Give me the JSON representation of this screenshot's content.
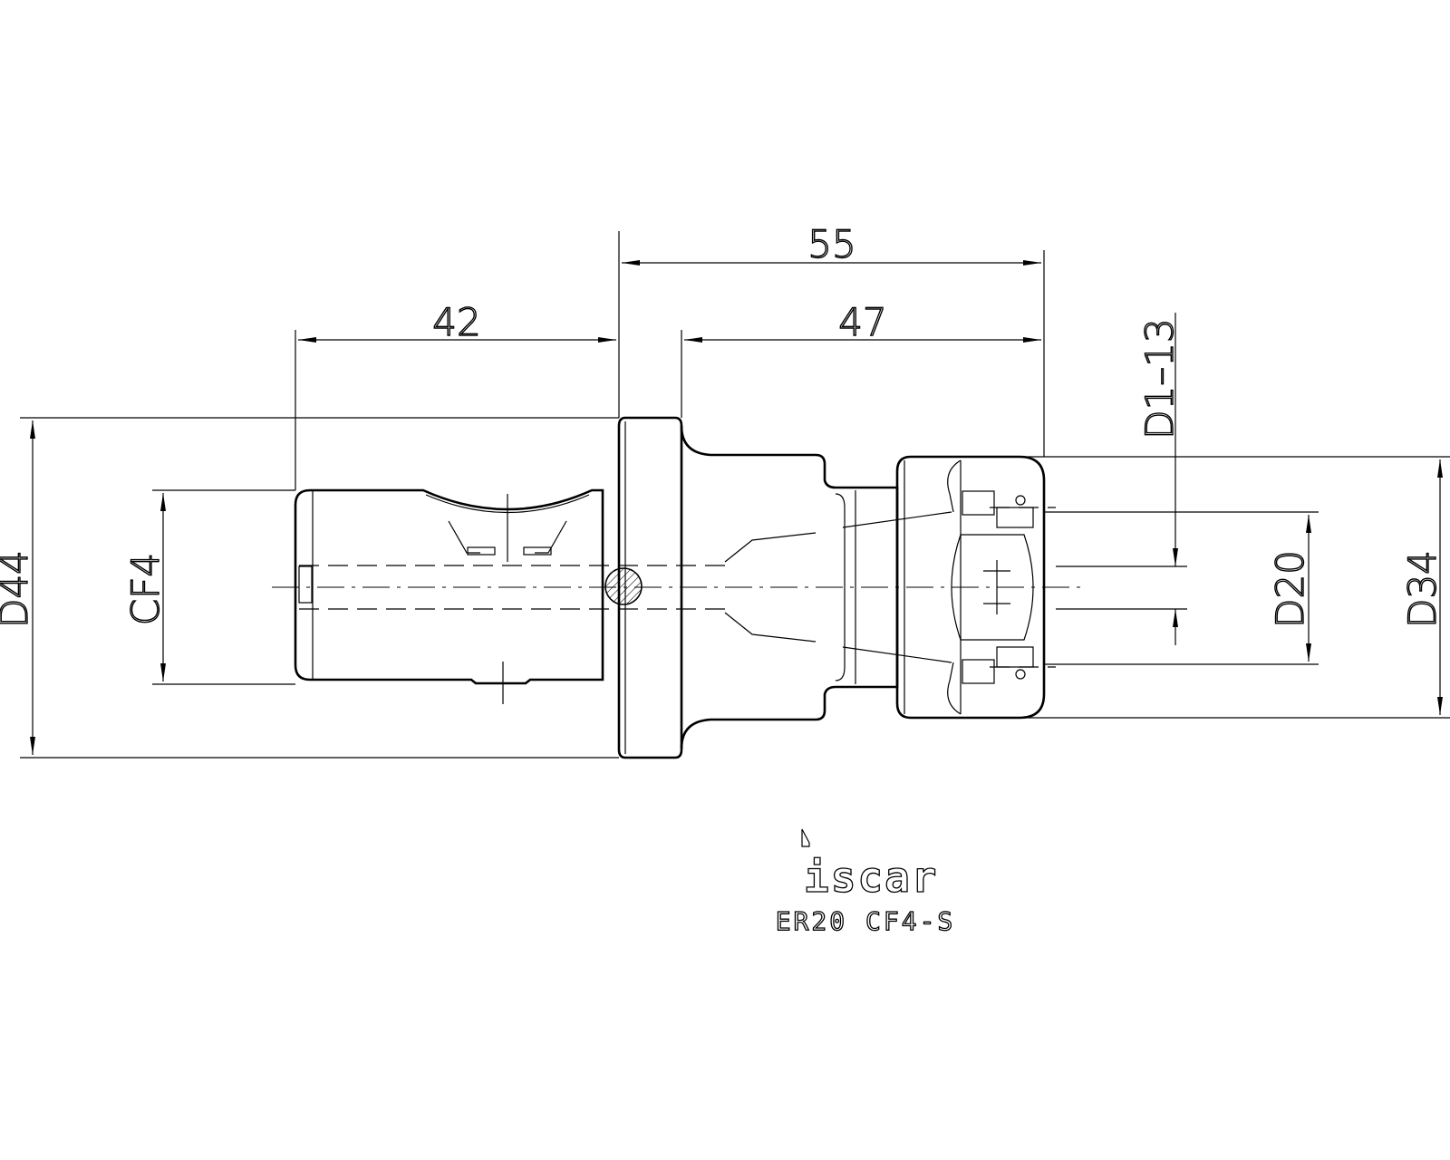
{
  "dimensions": {
    "overall_length": "55",
    "shank_length": "42",
    "body_length": "47",
    "flange_diameter": "D44",
    "shank_size": "CF4",
    "clamping_range": "D1–13",
    "collet_diameter": "D20",
    "nut_diameter": "D34"
  },
  "title_block": {
    "logo": "iscar",
    "model": "ER20 CF4-S"
  },
  "colors": {
    "line": "#000000",
    "background": "#ffffff"
  }
}
